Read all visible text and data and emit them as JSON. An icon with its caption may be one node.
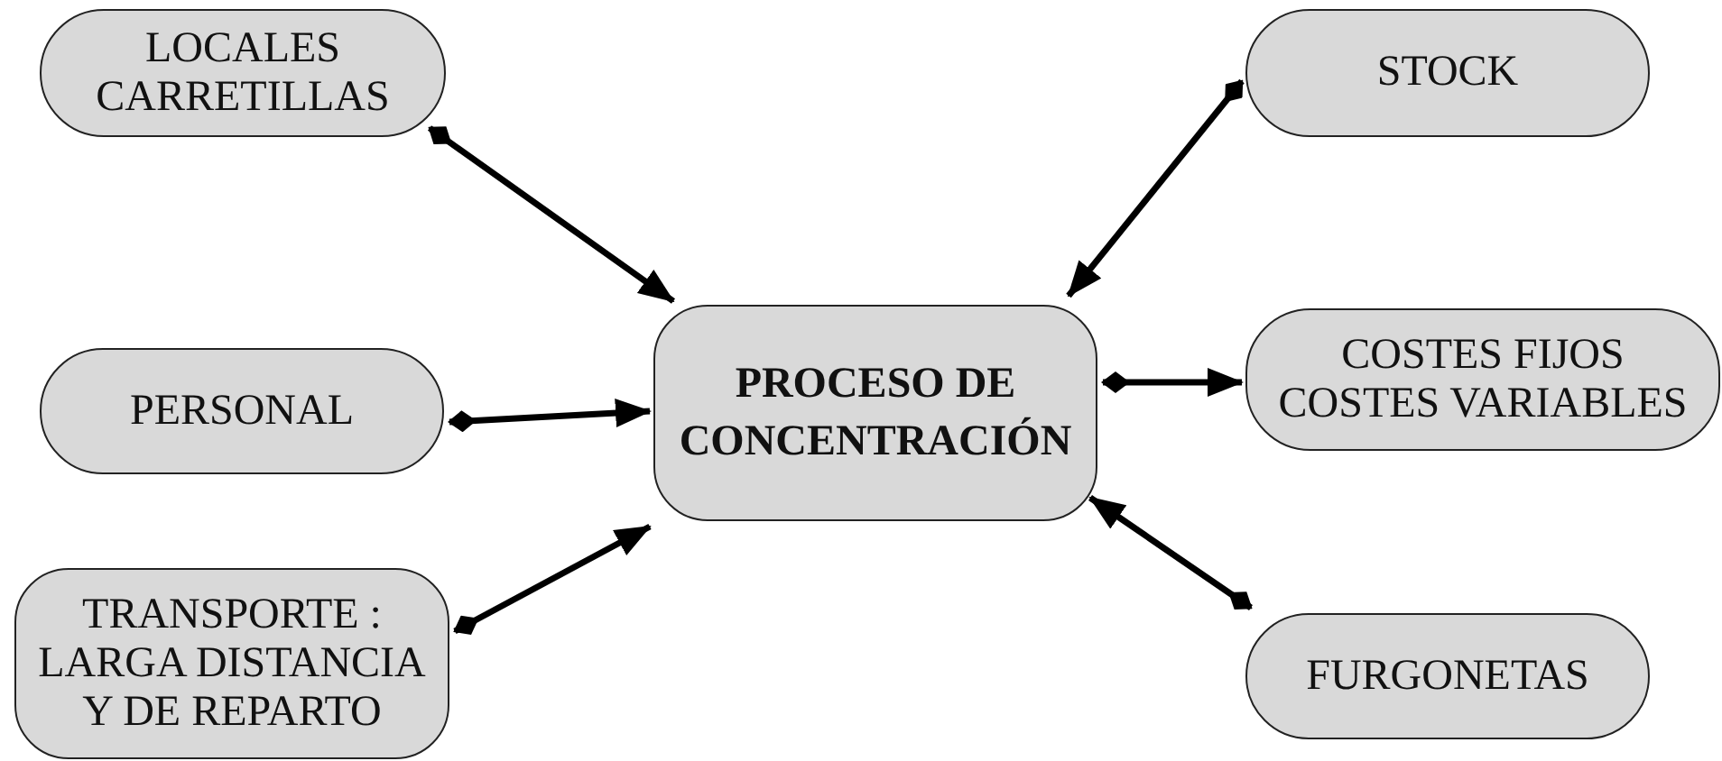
{
  "diagram": {
    "nodes": [
      {
        "text": [
          "LOCALES CARRETILLAS"
        ]
      },
      {
        "text": [
          "STOCK"
        ]
      },
      {
        "text": [
          "PERSONAL"
        ]
      },
      {
        "text": [
          "PROCESO DE CONCENTRACIÓN"
        ]
      },
      {
        "text": [
          "COSTES FIJOS COSTES VARIABLES"
        ]
      },
      {
        "text": [
          "TRANSPORTE : LARGA DISTANCIA Y DE REPARTO"
        ]
      },
      {
        "text": [
          "FURGONETAS"
        ]
      }
    ],
    "edges": [
      {
        "from": 0,
        "to": 3,
        "arrow": "to"
      },
      {
        "from": 1,
        "to": 3,
        "arrow": "to"
      },
      {
        "from": 2,
        "to": 3,
        "arrow": "to"
      },
      {
        "from": 3,
        "to": 4,
        "arrow": "to"
      },
      {
        "from": 5,
        "to": 3,
        "arrow": "to"
      },
      {
        "from": 6,
        "to": 3,
        "arrow": "to"
      }
    ]
  }
}
